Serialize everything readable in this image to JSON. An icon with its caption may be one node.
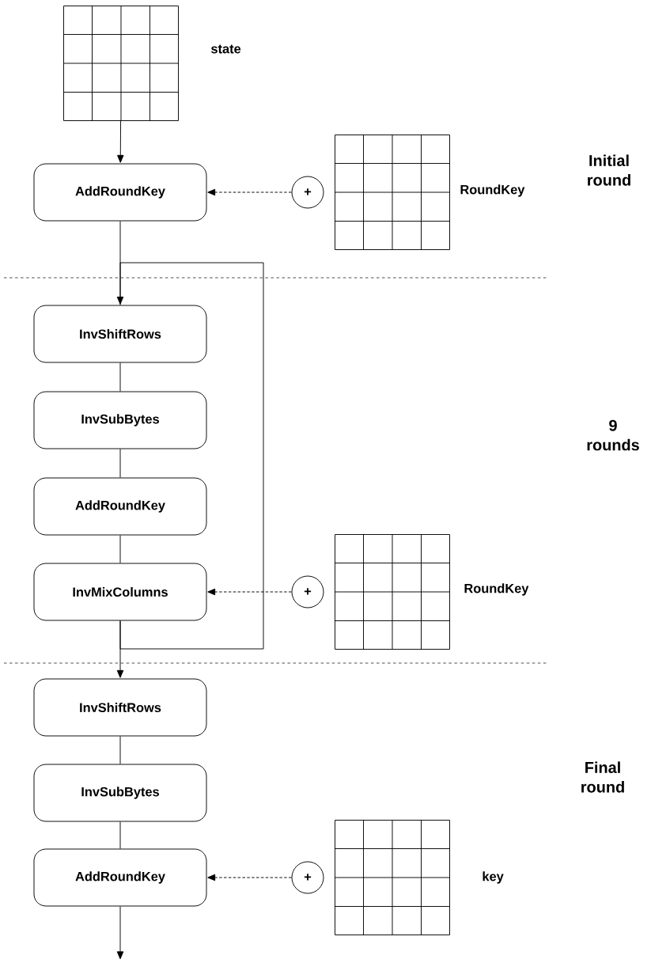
{
  "diagram": {
    "nodes": [
      {
        "text": [],
        "shape": "grid",
        "beside": [
          "state"
        ]
      },
      {
        "text": [
          "AddRoundKey"
        ]
      },
      {
        "text": [
          "+"
        ]
      },
      {
        "text": [],
        "shape": "grid",
        "beside": [
          "RoundKey"
        ]
      },
      {
        "text": [
          "InvShiftRows"
        ]
      },
      {
        "text": [
          "InvSubBytes"
        ]
      },
      {
        "text": [
          "AddRoundKey"
        ]
      },
      {
        "text": [
          "InvMixColumns"
        ]
      },
      {
        "text": [
          "+"
        ]
      },
      {
        "text": [],
        "shape": "grid",
        "beside": [
          "RoundKey"
        ]
      },
      {
        "text": [
          "InvShiftRows"
        ]
      },
      {
        "text": [
          "InvSubBytes"
        ]
      },
      {
        "text": [
          "AddRoundKey"
        ]
      },
      {
        "text": [
          "+"
        ]
      },
      {
        "text": [],
        "shape": "grid",
        "beside": [
          "key"
        ]
      }
    ],
    "edges": [
      {
        "from": 0,
        "to": 1,
        "arrow": "to"
      },
      {
        "from": 2,
        "to": 1,
        "arrow": "to",
        "style": "dashed"
      },
      {
        "from": 1,
        "to": 4,
        "arrow": "to"
      },
      {
        "from": 4,
        "to": 5,
        "arrow": "none"
      },
      {
        "from": 5,
        "to": 6,
        "arrow": "none"
      },
      {
        "from": 6,
        "to": 7,
        "arrow": "none"
      },
      {
        "from": 8,
        "to": 7,
        "arrow": "to",
        "style": "dashed"
      },
      {
        "from": 7,
        "to": 4,
        "arrow": "none"
      },
      {
        "from": 7,
        "to": 10,
        "arrow": "to"
      },
      {
        "from": 10,
        "to": 11,
        "arrow": "none"
      },
      {
        "from": 11,
        "to": 12,
        "arrow": "none"
      },
      {
        "from": 13,
        "to": 12,
        "arrow": "to",
        "style": "dashed"
      },
      {
        "from": 12,
        "to": null,
        "arrow": "to"
      }
    ],
    "labels": [
      "Initial round",
      "9 rounds",
      "Final round"
    ]
  }
}
